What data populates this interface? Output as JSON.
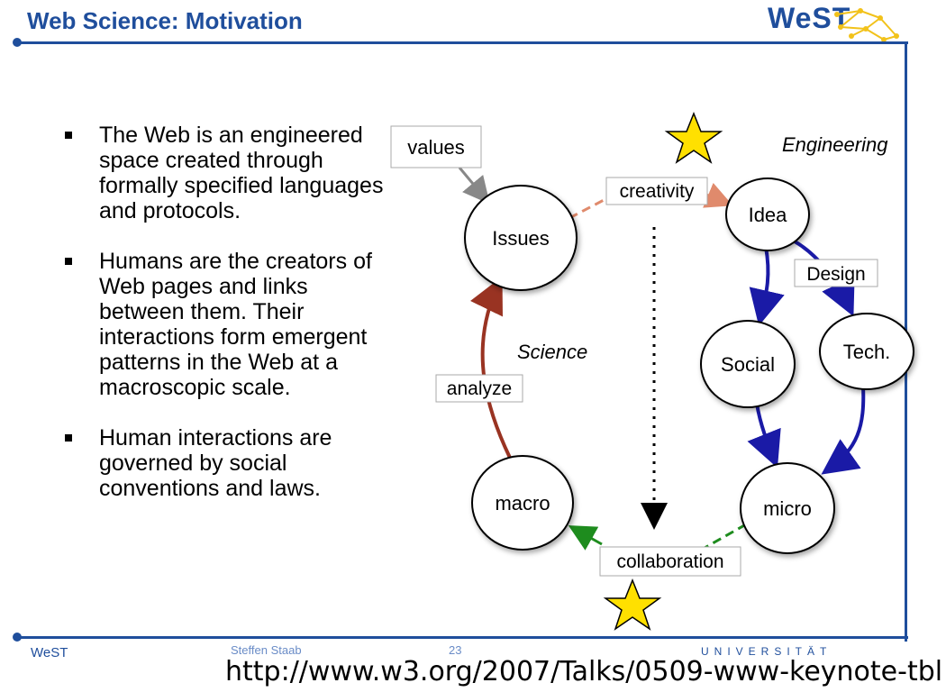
{
  "slide": {
    "title": "Web Science: Motivation",
    "logo_text": "WeST",
    "logo_icon": "network-star-icon"
  },
  "bullets": [
    "The Web is an engineered space created through formally specified languages and protocols.",
    "Humans are the creators of Web pages and links between them. Their interactions form emergent patterns in the Web at a macroscopic scale.",
    "Human interactions are governed by social conventions and laws."
  ],
  "diagram": {
    "nodes": {
      "issues": "Issues",
      "idea": "Idea",
      "social": "Social",
      "tech": "Tech.",
      "macro": "macro",
      "micro": "micro"
    },
    "labels": {
      "values": "values",
      "creativity": "creativity",
      "design": "Design",
      "analyze": "analyze",
      "collaboration": "collaboration",
      "science": "Science",
      "engineering": "Engineering"
    },
    "colors": {
      "engineering_arrows": "#1a1aa6",
      "science_arrow": "#993322",
      "creativity_arrow": "#e08a6c",
      "collaboration_arrow": "#1e8c1e",
      "values_arrow": "#888888",
      "star": "#ffe000"
    }
  },
  "footer": {
    "brand": "WeST",
    "author": "Steffen Staab",
    "page": "23",
    "university": "UNIVERSITÄT"
  },
  "source_url": "http://www.w3.org/2007/Talks/0509-www-keynote-tbl"
}
